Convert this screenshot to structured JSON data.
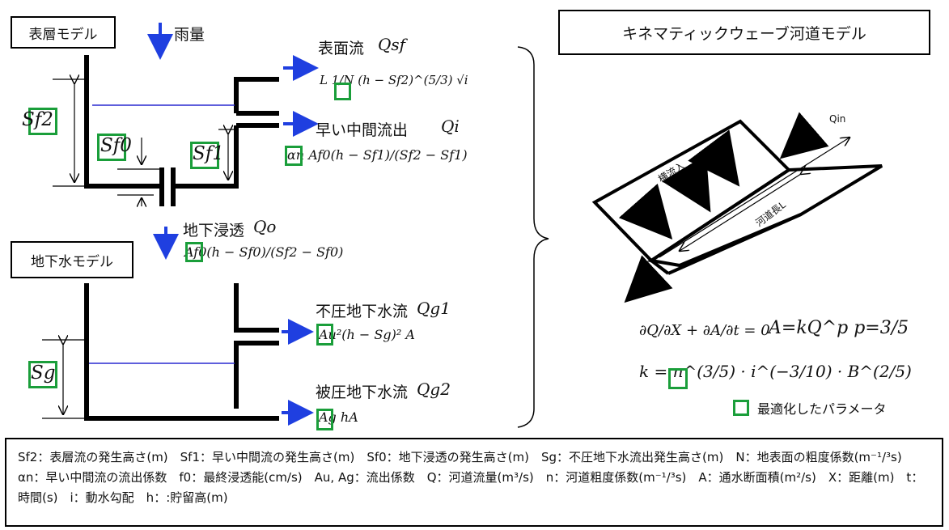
{
  "labels": {
    "surface_model": "表層モデル",
    "groundwater_model": "地下水モデル",
    "rainfall": "雨量",
    "kinematic_title": "キネマティックウェーブ河道モデル",
    "optimized_params": "最適化したパラメータ"
  },
  "flows": {
    "surface_flow": "表面流",
    "surface_flow_sym": "Qsf",
    "fast_interflow": "早い中間流出",
    "fast_interflow_sym": "Qi",
    "infiltration": "地下浸透",
    "infiltration_sym": "Qo",
    "unconfined_gw": "不圧地下水流",
    "unconfined_gw_sym": "Qg1",
    "confined_gw": "被圧地下水流",
    "confined_gw_sym": "Qg2"
  },
  "heights": {
    "sf2": "Sf2",
    "sf1": "Sf1",
    "sf0": "Sf0",
    "sg": "Sg"
  },
  "formulas": {
    "surface": "L 1/N (h − Sf2)^(5/3) √i",
    "interflow": "αn Af0(h − Sf1)/(Sf2 − Sf1)",
    "infiltration": "Af0(h − Sf0)/(Sf2 − Sf0)",
    "unconfined": "Au²(h − Sg)² A",
    "confined": "Ag hA",
    "continuity": "∂Q/∂X + ∂A/∂t = 0",
    "storage": "A=kQ^p  p=3/5",
    "k_eq": "k = n^(3/5) · i^(−3/10) · B^(2/5)"
  },
  "channel": {
    "q_in": "Qin",
    "lateral_inflow": "横流入",
    "length": "河道長L"
  },
  "legend": "Sf2：表層流の発生高さ(m)　Sf1：早い中間流の発生高さ(m)　Sf0：地下浸透の発生高さ(m)　Sg：不圧地下水流出発生高さ(m)　N：地表面の粗度係数(m⁻¹/³s)　αn：早い中間流の流出係数　f0：最終浸透能(cm/s)　Au, Ag：流出係数　Q：河道流量(m³/s)　n：河道粗度係数(m⁻¹/³s)　A：通水断面積(m²/s)　X：距離(m)　t：時間(s)　i：動水勾配　h：:貯留高(m)",
  "colors": {
    "arrow_blue": "#1f3fe0",
    "param_green": "#1a9e3a",
    "water_line": "#2a2ad0"
  }
}
